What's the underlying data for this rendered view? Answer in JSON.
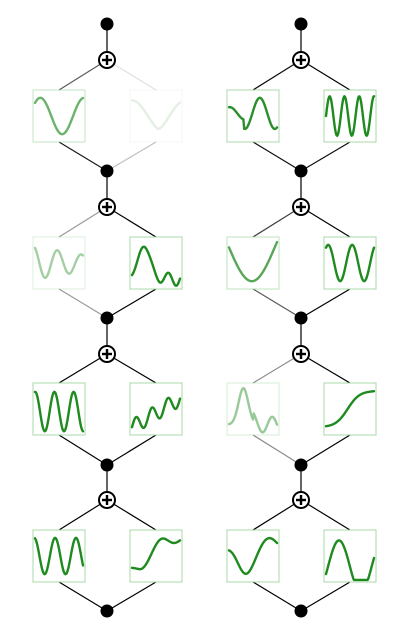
{
  "diagram": {
    "type": "kan-network",
    "layer_widths": [
      2,
      2,
      2,
      2,
      2
    ],
    "colors": {
      "node": "#000000",
      "edge": "#000000",
      "curve": "#1f8a1f",
      "box_border": "#a8d8a8",
      "box_fill": "#ffffff"
    },
    "blocks": [
      {
        "functions": [
          {
            "alpha": 0.65,
            "curve": "bump-then-valley"
          },
          {
            "alpha": 0.12,
            "curve": "valley-rise"
          },
          {
            "alpha": 0.95,
            "curve": "dip-oscillation"
          },
          {
            "alpha": 1.0,
            "curve": "high-frequency-oscillation"
          }
        ],
        "edges_out": [
          0.65,
          0.12,
          0.95,
          1.0
        ],
        "edges_in": [
          0.9,
          0.25,
          0.95,
          0.95
        ]
      },
      {
        "functions": [
          {
            "alpha": 0.4,
            "curve": "decay-oscillation"
          },
          {
            "alpha": 1.0,
            "curve": "spike-ripple"
          },
          {
            "alpha": 0.75,
            "curve": "wide-valley"
          },
          {
            "alpha": 1.0,
            "curve": "peak-oscillation"
          }
        ],
        "edges_out": [
          0.4,
          1.0,
          0.75,
          1.0
        ],
        "edges_in": [
          0.4,
          1.0,
          0.65,
          1.0
        ]
      },
      {
        "functions": [
          {
            "alpha": 1.0,
            "curve": "double-peak"
          },
          {
            "alpha": 1.0,
            "curve": "rising-wiggle"
          },
          {
            "alpha": 0.45,
            "curve": "sharp-peak-dip"
          },
          {
            "alpha": 1.0,
            "curve": "smooth-rise"
          }
        ],
        "edges_out": [
          1.0,
          1.0,
          0.45,
          1.0
        ],
        "edges_in": [
          1.0,
          1.0,
          0.45,
          1.0
        ]
      },
      {
        "functions": [
          {
            "alpha": 1.0,
            "curve": "w-shape"
          },
          {
            "alpha": 1.0,
            "curve": "dip-plateau"
          },
          {
            "alpha": 1.0,
            "curve": "drop-recover"
          },
          {
            "alpha": 1.0,
            "curve": "dip-hump"
          }
        ],
        "edges_out": [
          1.0,
          1.0,
          1.0,
          1.0
        ],
        "edges_in": [
          1.0,
          1.0,
          1.0,
          1.0
        ]
      }
    ]
  }
}
